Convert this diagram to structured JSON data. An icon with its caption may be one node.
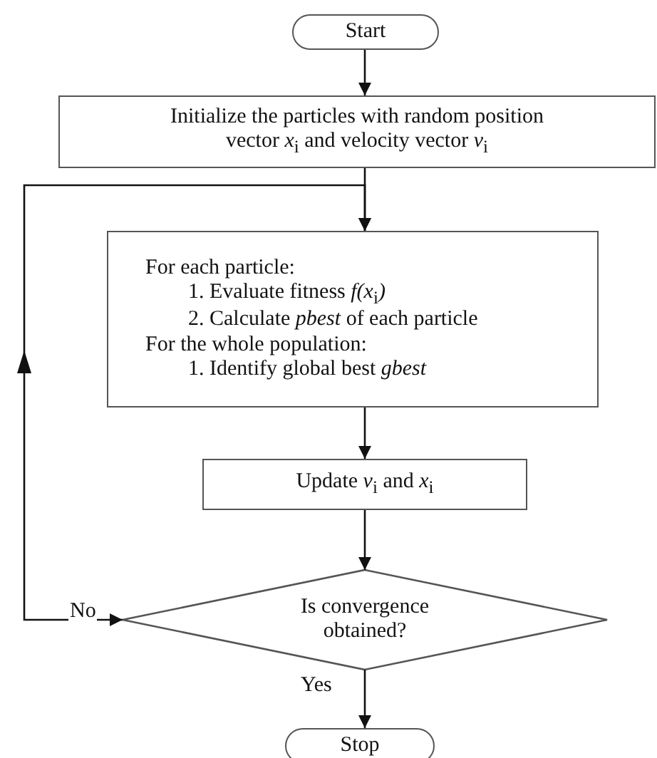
{
  "diagram": {
    "nodes": [
      {
        "text": [
          "Start"
        ]
      },
      {
        "text": [
          "Initialize the particles with random position vector *x*$_{i}$ and velocity vector *v*$_{i}$"
        ]
      },
      {
        "text": [
          "For each particle:",
          "1. Evaluate fitness *f(x*$_{i}$*)*",
          "2. Calculate *pbest* of each particle",
          "For the whole population:",
          "1. Identify global best *gbest*"
        ]
      },
      {
        "text": [
          "Update *v*$_{i}$ and *x*$_{i}$"
        ]
      },
      {
        "text": [
          "Is convergence obtained?"
        ]
      },
      {
        "text": [
          "Stop"
        ]
      }
    ],
    "edges": [
      {
        "from": 0,
        "to": 1,
        "arrow": "to"
      },
      {
        "from": 1,
        "to": 2,
        "arrow": "to"
      },
      {
        "from": 2,
        "to": 3,
        "arrow": "to"
      },
      {
        "from": 3,
        "to": 4,
        "arrow": "to"
      },
      {
        "from": 4,
        "to": 2,
        "arrow": "both",
        "label": "No"
      },
      {
        "from": 4,
        "to": 5,
        "arrow": "to",
        "label": "Yes"
      }
    ]
  }
}
